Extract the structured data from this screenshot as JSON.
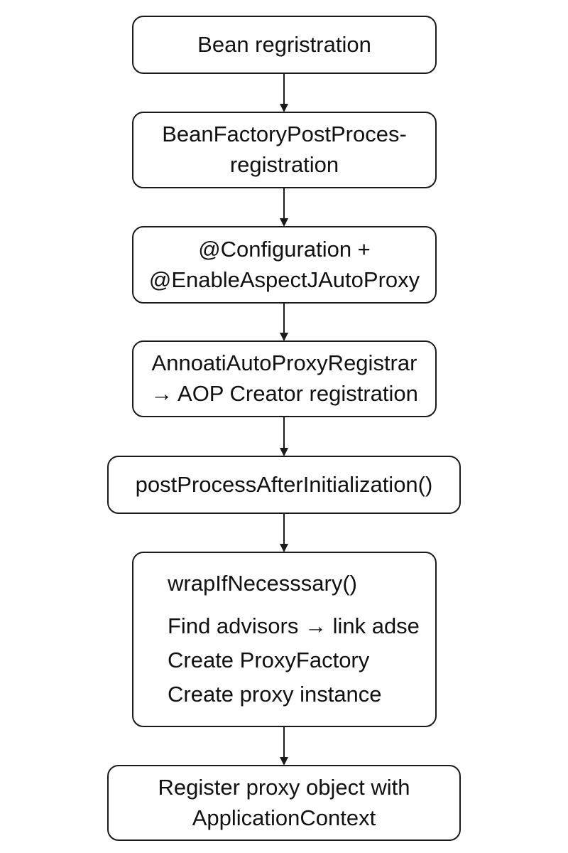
{
  "diagram": {
    "nodes": [
      {
        "id": "bean-registration",
        "lines": [
          "Bean regristration"
        ]
      },
      {
        "id": "bean-factory-post-processor",
        "lines": [
          "BeanFactoryPostProces-",
          "registration"
        ]
      },
      {
        "id": "configuration-enable-aspectj",
        "lines": [
          "@Configuration +",
          "@EnableAspectJAutoProxy"
        ]
      },
      {
        "id": "auto-proxy-registrar",
        "lines": [
          "AnnoatiAutoProxyRegistrar",
          "→ AOP Creator registration"
        ]
      },
      {
        "id": "post-process-after-init",
        "lines": [
          "postProcessAfterInitialization()"
        ]
      },
      {
        "id": "wrap-if-necessary",
        "title": "wrapIfNecesssary()",
        "steps": [
          "Find advisors → link adse",
          "Create ProxyFactory",
          "Create proxy instance"
        ]
      },
      {
        "id": "register-proxy",
        "lines": [
          "Register proxy object with",
          "ApplicationContext"
        ]
      }
    ],
    "edges": [
      [
        "bean-registration",
        "bean-factory-post-processor"
      ],
      [
        "bean-factory-post-processor",
        "configuration-enable-aspectj"
      ],
      [
        "configuration-enable-aspectj",
        "auto-proxy-registrar"
      ],
      [
        "auto-proxy-registrar",
        "post-process-after-init"
      ],
      [
        "post-process-after-init",
        "wrap-if-necessary"
      ],
      [
        "wrap-if-necessary",
        "register-proxy"
      ]
    ]
  }
}
